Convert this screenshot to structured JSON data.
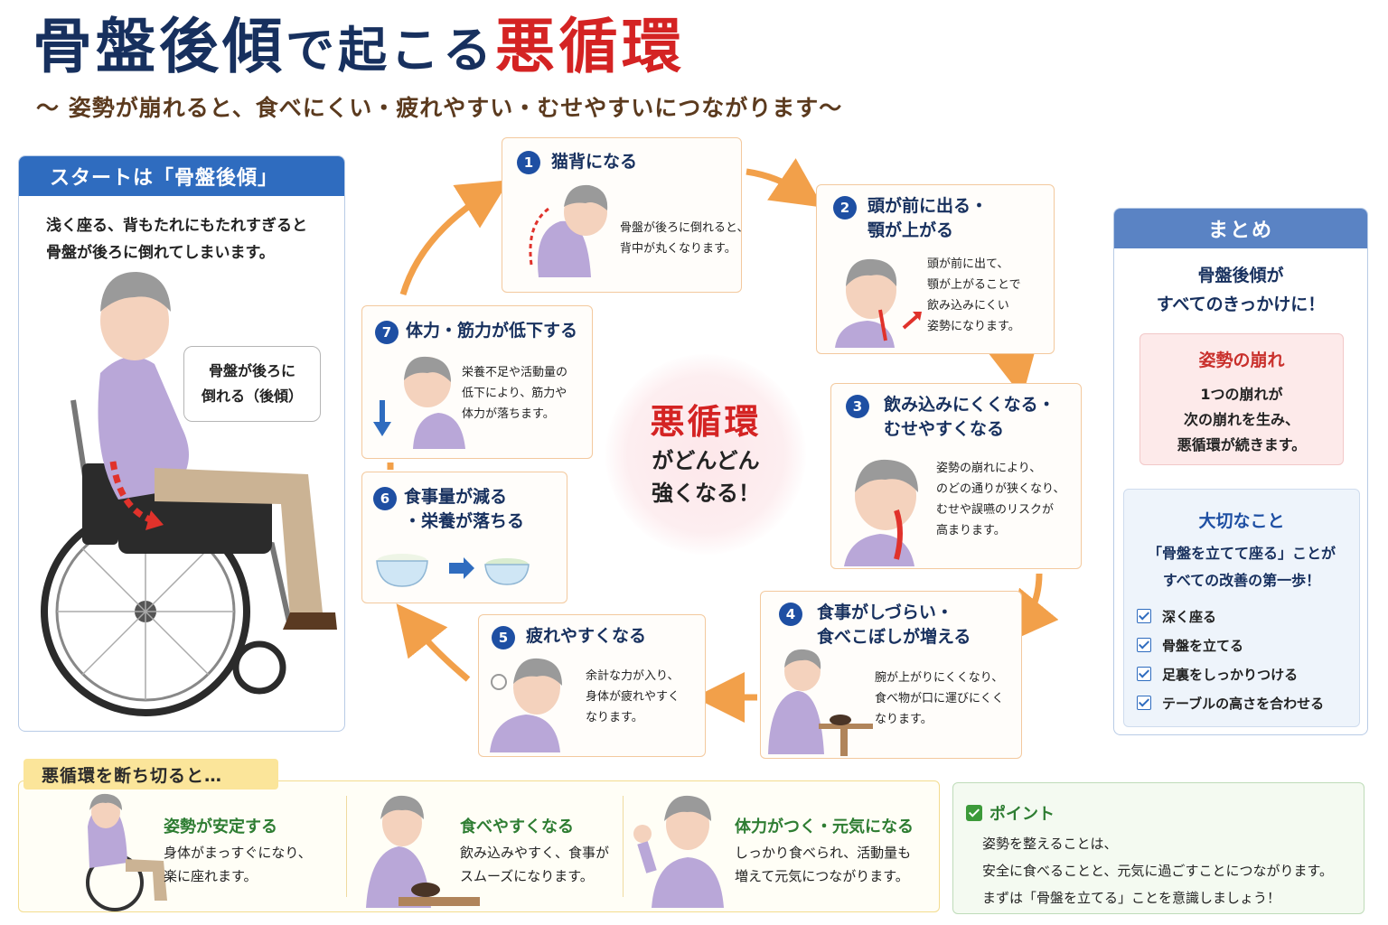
{
  "header": {
    "title_part1": "骨盤後傾",
    "title_part2": "で起こる",
    "title_part3": "悪循環",
    "subtitle": "〜 姿勢が崩れると、食べにくい・疲れやすい・むせやすいにつながります〜"
  },
  "start": {
    "heading": "スタートは「骨盤後傾」",
    "text_line1": "浅く座る、背もたれにもたれすぎると",
    "text_line2": "骨盤が後ろに倒れてしまいます。",
    "bubble_line1": "骨盤が後ろに",
    "bubble_line2": "倒れる（後傾）"
  },
  "steps": [
    {
      "num": "1",
      "title_line1": "猫背になる",
      "title_line2": "",
      "desc": [
        "骨盤が後ろに倒れると、",
        "背中が丸くなります。"
      ]
    },
    {
      "num": "2",
      "title_line1": "頭が前に出る・",
      "title_line2": "顎が上がる",
      "desc": [
        "頭が前に出て、",
        "顎が上がることで",
        "飲み込みにくい",
        "姿勢になります。"
      ]
    },
    {
      "num": "3",
      "title_line1": "飲み込みにくくなる・",
      "title_line2": "むせやすくなる",
      "desc": [
        "姿勢の崩れにより、",
        "のどの通りが狭くなり、",
        "むせや誤嚥のリスクが",
        "高まります。"
      ]
    },
    {
      "num": "4",
      "title_line1": "食事がしづらい・",
      "title_line2": "食べこぼしが増える",
      "desc": [
        "腕が上がりにくくなり、",
        "食べ物が口に運びにくく",
        "なります。"
      ]
    },
    {
      "num": "5",
      "title_line1": "疲れやすくなる",
      "title_line2": "",
      "desc": [
        "余計な力が入り、",
        "身体が疲れやすく",
        "なります。"
      ]
    },
    {
      "num": "6",
      "title_line1": "食事量が減る",
      "title_line2": "・栄養が落ちる",
      "desc": []
    },
    {
      "num": "7",
      "title_line1": "体力・筋力が低下する",
      "title_line2": "",
      "desc": [
        "栄養不足や活動量の",
        "低下により、筋力や",
        "体力が落ちます。"
      ]
    }
  ],
  "center": {
    "line1": "悪循環",
    "line2": "がどんどん",
    "line3": "強くなる！"
  },
  "summary": {
    "heading": "まとめ",
    "lead_line1": "骨盤後傾が",
    "lead_line2": "すべてのきっかけに！",
    "red_title": "姿勢の崩れ",
    "red_line1": "1つの崩れが",
    "red_line2": "次の崩れを生み、",
    "red_line3": "悪循環が続きます。",
    "blue_title": "大切なこと",
    "blue_line1": "「骨盤を立てて座る」ことが",
    "blue_line2": "すべての改善の第一歩！",
    "checks": [
      "深く座る",
      "骨盤を立てる",
      "足裏をしっかりつける",
      "テーブルの高さを合わせる"
    ]
  },
  "break": {
    "tag": "悪循環を断ち切ると…",
    "results": [
      {
        "title": "姿勢が安定する",
        "desc_line1": "身体がまっすぐになり、",
        "desc_line2": "楽に座れます。"
      },
      {
        "title": "食べやすくなる",
        "desc_line1": "飲み込みやすく、食事が",
        "desc_line2": "スムーズになります。"
      },
      {
        "title": "体力がつく・元気になる",
        "desc_line1": "しっかり食べられ、活動量も",
        "desc_line2": "増えて元気につながります。"
      }
    ]
  },
  "point": {
    "heading": "ポイント",
    "line1": "姿勢を整えることは、",
    "line2": "安全に食べることと、元気に過ごすことにつながります。",
    "line3": "まずは「骨盤を立てる」ことを意識しましょう！"
  },
  "colors": {
    "navy": "#17305e",
    "red": "#d42323",
    "blue": "#2f6cbf",
    "orange_arrow": "#f2a04a",
    "card_border": "#f3c99e",
    "green": "#2e7d32"
  }
}
